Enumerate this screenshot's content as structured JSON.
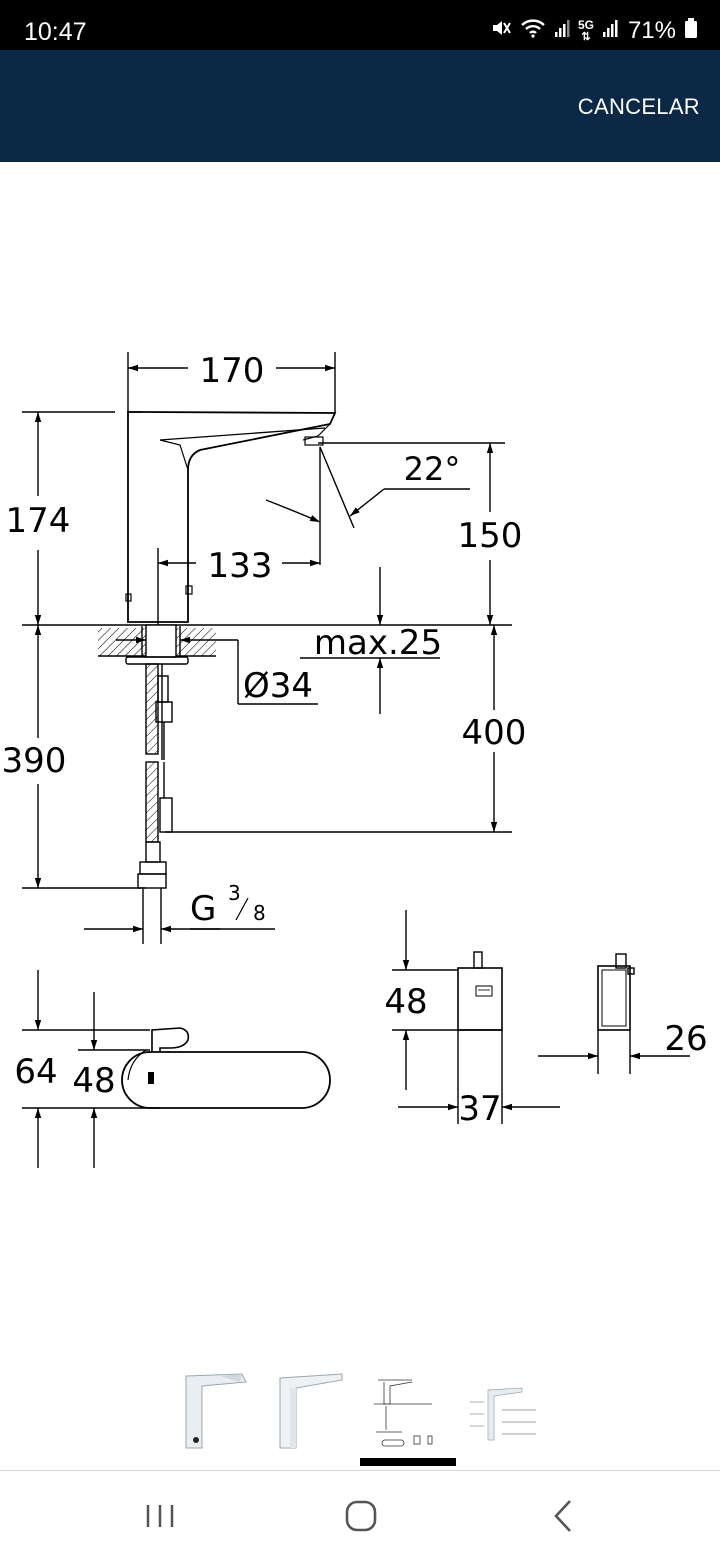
{
  "status_bar": {
    "time": "10:47",
    "network": "5G",
    "battery_percent": "71%",
    "icons": [
      "mute-icon",
      "wifi-icon",
      "signal-icon",
      "5g-icon",
      "signal-icon",
      "battery-icon"
    ]
  },
  "app_bar": {
    "cancel_label": "CANCELAR",
    "background_color": "#0b2847"
  },
  "drawing": {
    "dim_170": "170",
    "dim_174": "174",
    "dim_22": "22°",
    "dim_150": "150",
    "dim_133": "133",
    "dim_max25": "max.25",
    "dim_dia34": "Ø34",
    "dim_400": "400",
    "dim_390": "390",
    "dim_g": "G",
    "dim_g_num": "3",
    "dim_g_den": "8",
    "dim_64": "64",
    "dim_48a": "48",
    "dim_48b": "48",
    "dim_37": "37",
    "dim_26": "26"
  },
  "gallery": {
    "thumbnails": [
      "faucet-front",
      "faucet-side",
      "technical-drawing",
      "dimension-sketch"
    ],
    "selected_index": 2
  },
  "nav_bar": {
    "icons": [
      "recent-apps-icon",
      "home-icon",
      "back-icon"
    ]
  }
}
